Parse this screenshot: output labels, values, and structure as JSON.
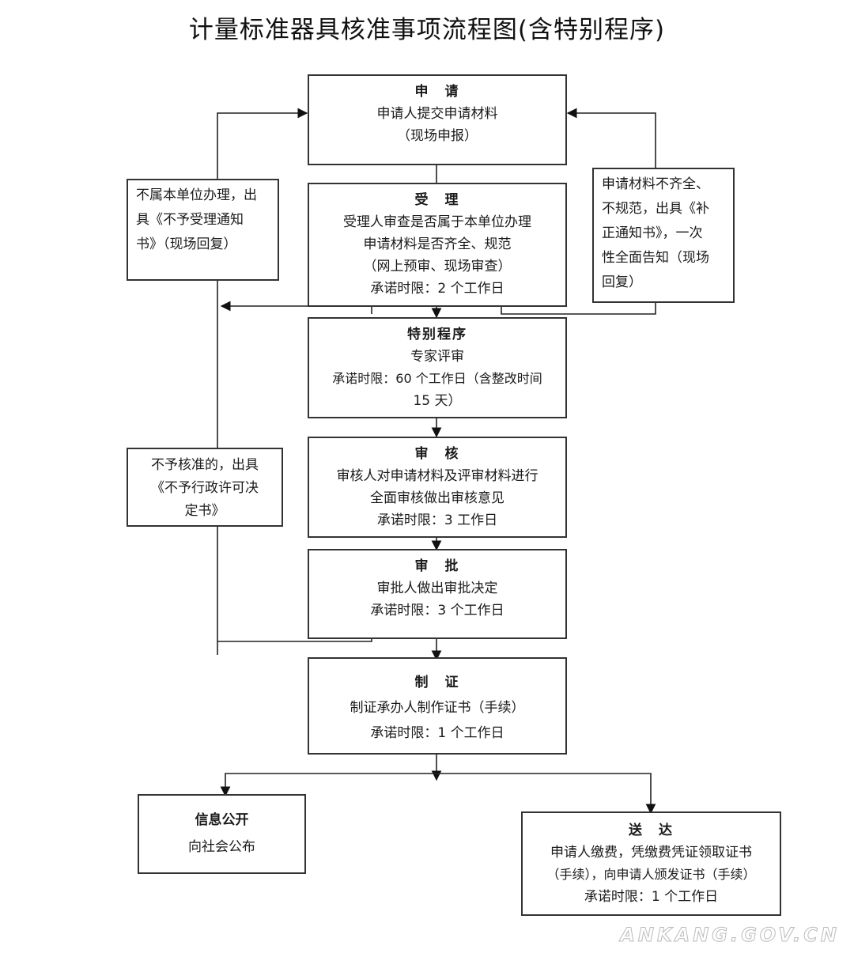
{
  "title": "计量标准器具核准事项流程图(含特别程序)",
  "boxes": {
    "apply": {
      "heading": "申　请",
      "lines": [
        "申请人提交申请材料",
        "（现场申报）"
      ]
    },
    "accept": {
      "heading": "受　理",
      "lines": [
        "受理人审查是否属于本单位办理",
        "申请材料是否齐全、规范",
        "（网上预审、现场审查）",
        "承诺时限：2 个工作日"
      ]
    },
    "special": {
      "heading": "特别程序",
      "lines": [
        "专家评审",
        "承诺时限：60 个工作日（含整改时间",
        "15 天）"
      ]
    },
    "review": {
      "heading": "审　核",
      "lines": [
        "审核人对申请材料及评审材料进行",
        "全面审核做出审核意见",
        "承诺时限：3 工作日"
      ]
    },
    "approve": {
      "heading": "审　批",
      "lines": [
        "审批人做出审批决定",
        "承诺时限：3 个工作日"
      ]
    },
    "certify": {
      "heading": "制　证",
      "lines": [
        "制证承办人制作证书（手续）",
        "承诺时限：1 个工作日"
      ]
    },
    "publish": {
      "heading": "信息公开",
      "lines": [
        "向社会公布"
      ]
    },
    "deliver": {
      "heading": "送　达",
      "lines": [
        "申请人缴费，凭缴费凭证领取证书",
        "（手续），向申请人颁发证书（手续）",
        "承诺时限：1 个工作日"
      ]
    },
    "not_accepted": {
      "lines": [
        "不属本单位办理，出",
        "具《不予受理通知",
        "书》（现场回复）"
      ]
    },
    "incomplete": {
      "lines": [
        "申请材料不齐全、",
        "不规范，出具《补",
        "正通知书》，一次",
        "性全面告知（现场",
        "回复）"
      ]
    },
    "not_approved": {
      "lines": [
        "不予核准的，出具",
        "《不予行政许可决",
        "定书》"
      ]
    }
  },
  "watermark": "ANKANG.GOV.CN"
}
